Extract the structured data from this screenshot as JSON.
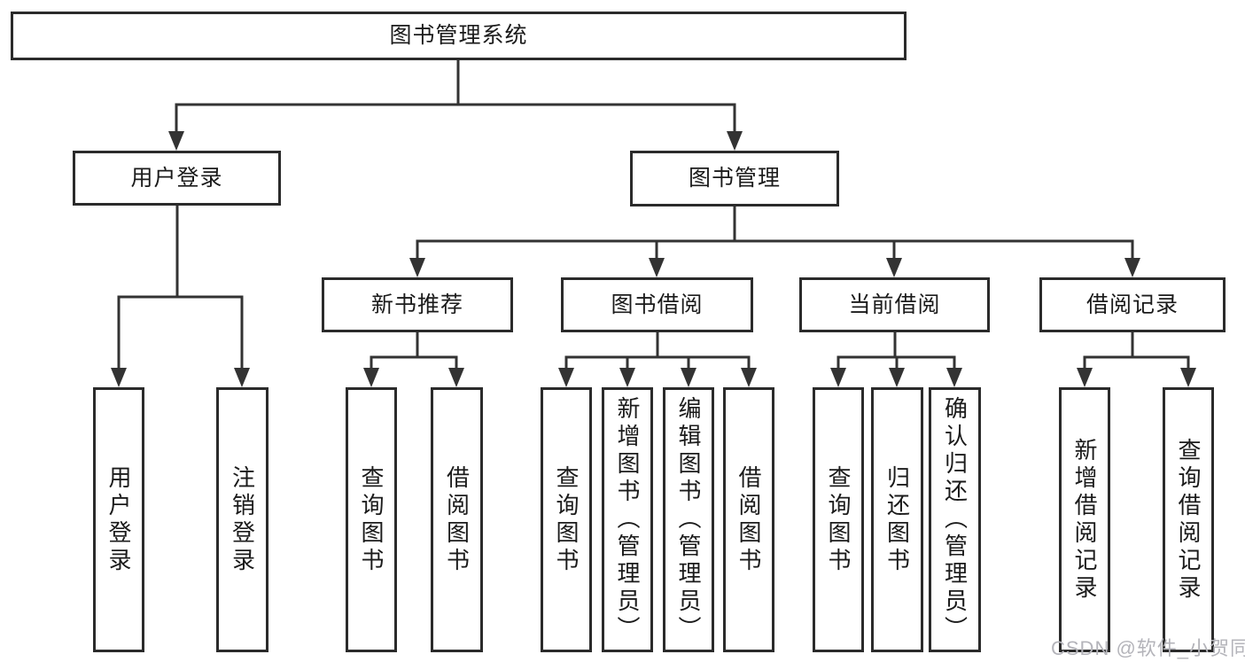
{
  "diagram": {
    "title": "图书管理系统",
    "nodes": [
      {
        "id": "root",
        "label": "图书管理系统",
        "parent": null
      },
      {
        "id": "user-login",
        "label": "用户登录",
        "parent": "root"
      },
      {
        "id": "book-mgmt",
        "label": "图书管理",
        "parent": "root"
      },
      {
        "id": "new-book-rec",
        "label": "新书推荐",
        "parent": "book-mgmt"
      },
      {
        "id": "book-borrow",
        "label": "图书借阅",
        "parent": "book-mgmt"
      },
      {
        "id": "current-borrow",
        "label": "当前借阅",
        "parent": "book-mgmt"
      },
      {
        "id": "borrow-records",
        "label": "借阅记录",
        "parent": "book-mgmt"
      },
      {
        "id": "leaf-user-login",
        "label": "用户登录",
        "parent": "user-login"
      },
      {
        "id": "leaf-logout",
        "label": "注销登录",
        "parent": "user-login"
      },
      {
        "id": "leaf-query-book-1",
        "label": "查询图书",
        "parent": "new-book-rec"
      },
      {
        "id": "leaf-borrow-book-1",
        "label": "借阅图书",
        "parent": "new-book-rec"
      },
      {
        "id": "leaf-query-book-2",
        "label": "查询图书",
        "parent": "book-borrow"
      },
      {
        "id": "leaf-add-book",
        "label": "新增图书（管理员）",
        "parent": "book-borrow"
      },
      {
        "id": "leaf-edit-book",
        "label": "编辑图书（管理员）",
        "parent": "book-borrow"
      },
      {
        "id": "leaf-borrow-book-2",
        "label": "借阅图书",
        "parent": "book-borrow"
      },
      {
        "id": "leaf-query-book-3",
        "label": "查询图书",
        "parent": "current-borrow"
      },
      {
        "id": "leaf-return-book",
        "label": "归还图书",
        "parent": "current-borrow"
      },
      {
        "id": "leaf-confirm-return",
        "label": "确认归还（管理员）",
        "parent": "current-borrow"
      },
      {
        "id": "leaf-add-borrow-record",
        "label": "新增借阅记录",
        "parent": "borrow-records"
      },
      {
        "id": "leaf-query-borrow-record",
        "label": "查询借阅记录",
        "parent": "borrow-records"
      }
    ]
  },
  "watermark": "CSDN @软件_小贺同学",
  "colors": {
    "line": "#333333",
    "border": "#2b2b2b",
    "text": "#1b1b1b",
    "watermark": "#b4b4ba",
    "background": "#ffffff"
  }
}
